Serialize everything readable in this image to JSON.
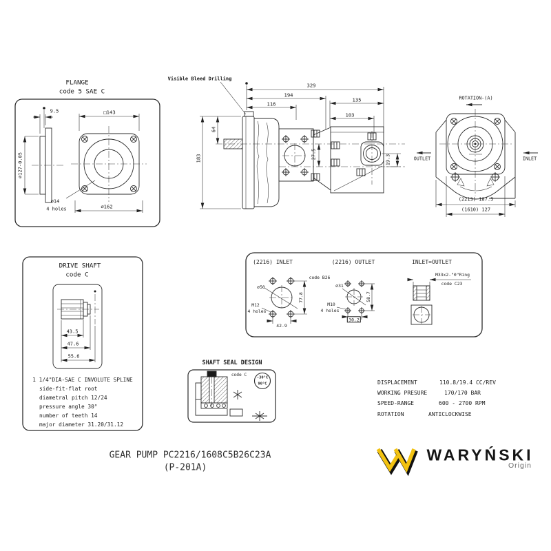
{
  "flange": {
    "title": "FLANGE",
    "subtitle": "code 5  SAE C",
    "dim_thickness": "9.5",
    "dim_square": "□143",
    "dim_pilot": "⌀127-0.05",
    "dim_hole": "⌀14",
    "dim_hole_note": "4 holes",
    "dim_bolt_circle": "⌀162"
  },
  "side_view": {
    "bleed_note": "Visible Bleed Drilling",
    "dim_overall": "329",
    "dim_front2": "194",
    "dim_front1": "116",
    "dim_rear": "135",
    "dim_rear_port": "103",
    "dim_height": "183",
    "dim_shaft": "64",
    "dim_gear_offset": "27.5",
    "dim_port_offset": "19.3"
  },
  "rotation_view": {
    "title": "ROTATION-(A)",
    "outlet_label": "OUTLET",
    "inlet_label": "INLET",
    "dim_overall_width": "(2213) 187.5",
    "dim_flange_width": "(1610) 127"
  },
  "drive_shaft": {
    "title": "DRIVE SHAFT",
    "subtitle": "code C",
    "dim_spline_len": "43.5",
    "dim_shaft_len": "47.6",
    "dim_overall_len": "55.6",
    "spline_title": "1 1/4\"DIA-SAE C  INVOLUTE SPLINE",
    "spline_specs": [
      "side-fit-flat root",
      "diametral pitch  12/24",
      "pressure angle  30°",
      "number of teeth  14",
      "major diameter  31.20/31.12"
    ]
  },
  "ports": {
    "inlet_title": "(2216) INLET",
    "outlet_title": "(2216) OUTLET",
    "combined_title": "INLET=OUTLET",
    "inlet_code": "code B26",
    "inlet_dia": "⌀50",
    "inlet_bolt_v": "77.8",
    "inlet_bolt_h": "42.9",
    "inlet_thread": "M12",
    "inlet_holes": "4 holes",
    "outlet_dia": "⌀31",
    "outlet_bolt_v": "58.7",
    "outlet_bolt_h": "30.2",
    "outlet_thread": "M10",
    "outlet_holes": "4 holes",
    "combined_thread": "M33x2-\"0\"Ring",
    "combined_code": "code C23"
  },
  "shaft_seal": {
    "title": "SHAFT SEAL DESIGN",
    "code": "code C",
    "temp_min": "-30°C",
    "temp_max": "90°C"
  },
  "specs": {
    "rows": [
      {
        "label": "DISPLACEMENT",
        "value": "110.8/19.4 CC/REV"
      },
      {
        "label": "WORKING PRESURE",
        "value": "170/170 BAR"
      },
      {
        "label": "SPEED-RANGE",
        "value": "600 - 2700 RPM"
      },
      {
        "label": "ROTATION",
        "value": "ANTICLOCKWISE"
      }
    ]
  },
  "footer": {
    "product_line1": "GEAR PUMP  PC2216/1608C5B26C23A",
    "product_line2": "(P-201A)",
    "brand": "WARYŃSKI",
    "brand_sub": "Origin",
    "brand_color": "#F2C211"
  }
}
